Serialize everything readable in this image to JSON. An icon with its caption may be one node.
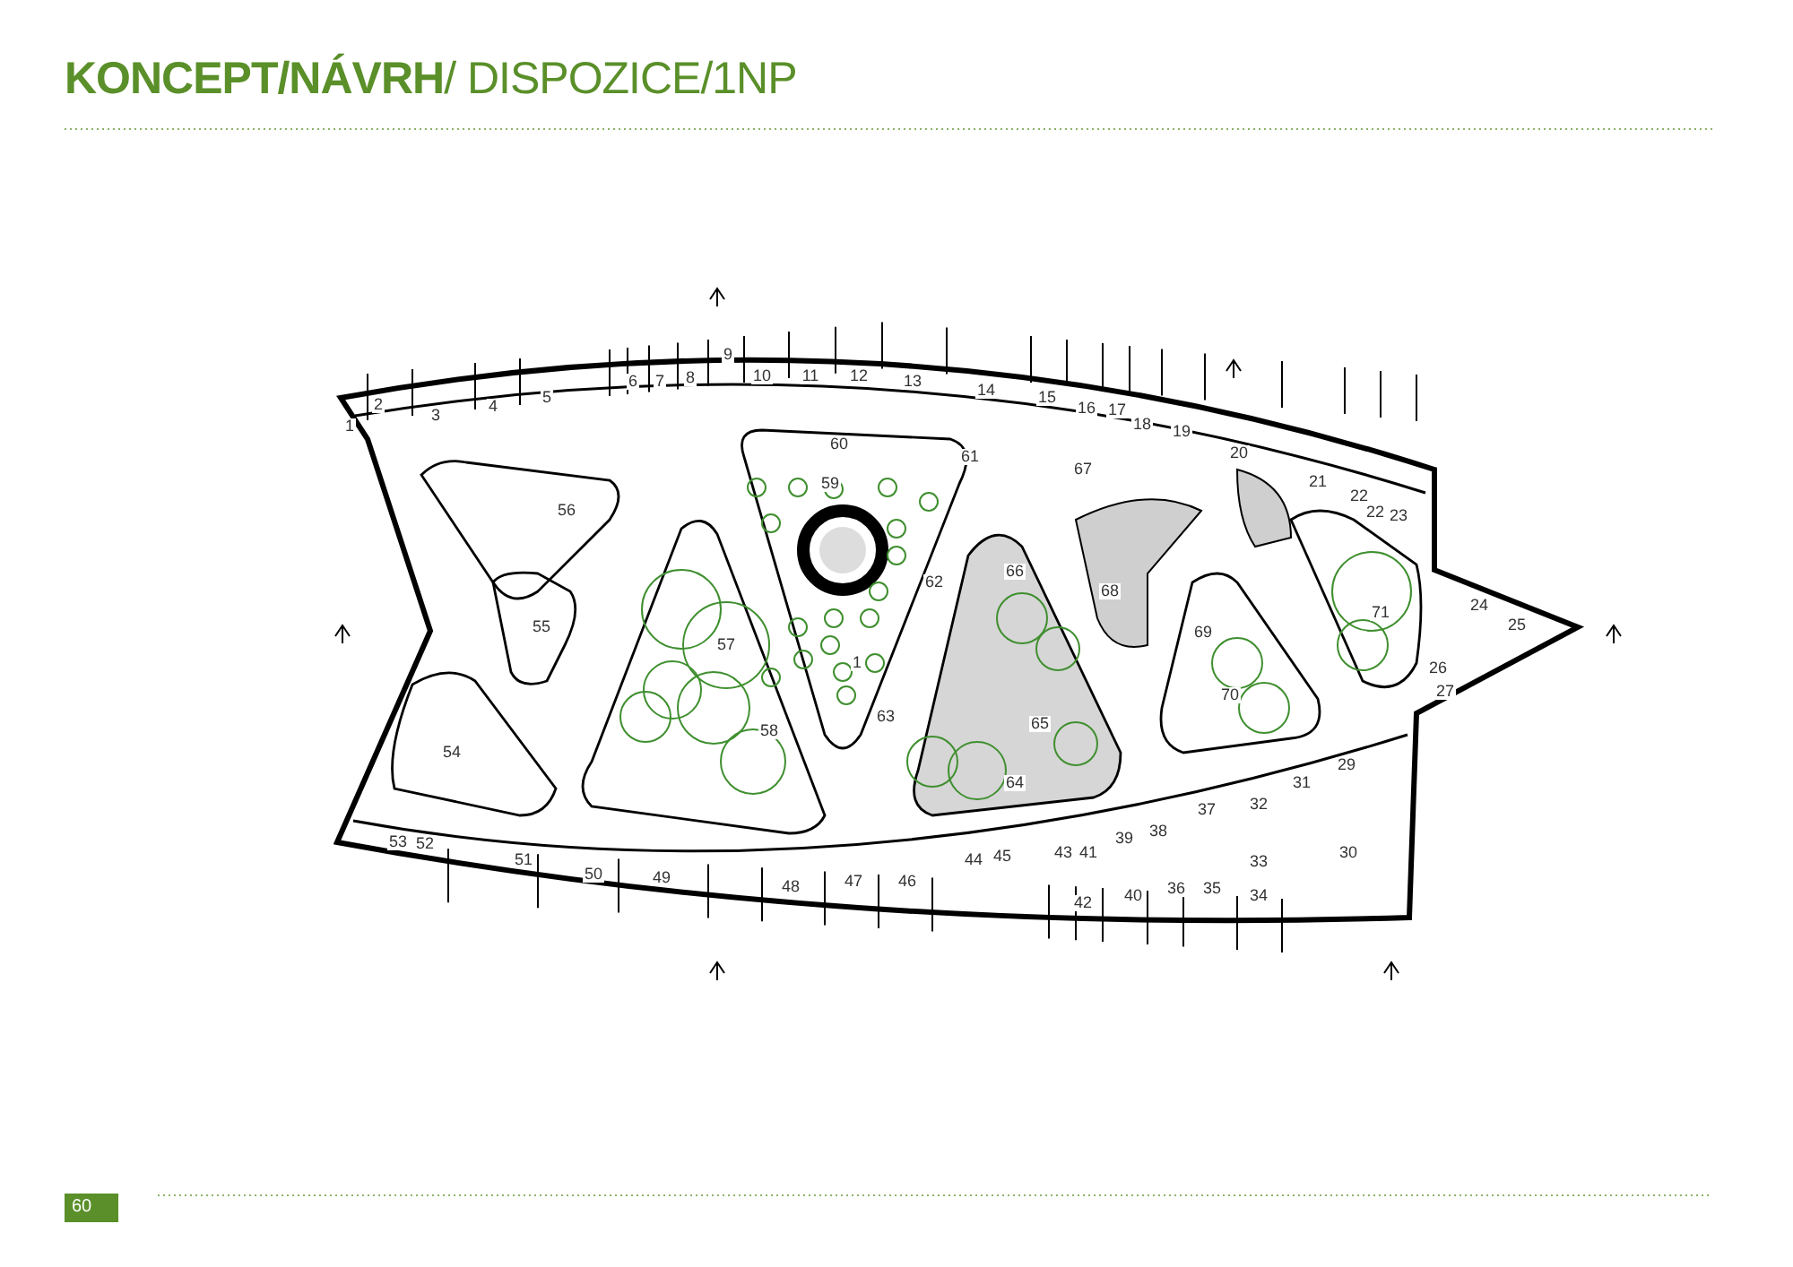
{
  "diagram": {
    "title": "**KONCEPT/NÁVRH**/ DISPOZICE/1NP",
    "labels": [
      "1",
      "2",
      "3",
      "4",
      "5",
      "6",
      "7",
      "8",
      "9",
      "10",
      "11",
      "12",
      "13",
      "14",
      "15",
      "16",
      "17",
      "18",
      "19",
      "20",
      "21",
      "22",
      "22",
      "23",
      "24",
      "25",
      "26",
      "27",
      "29",
      "30",
      "31",
      "32",
      "33",
      "34",
      "35",
      "36",
      "37",
      "38",
      "39",
      "40",
      "41",
      "42",
      "43",
      "44",
      "45",
      "46",
      "47",
      "48",
      "49",
      "50",
      "51",
      "52",
      "53",
      "54",
      "55",
      "56",
      "57",
      "58",
      "59",
      "60",
      "61",
      "62",
      "63",
      "64",
      "65",
      "66",
      "67",
      "68",
      "69",
      "70",
      "71",
      "1",
      "60"
    ]
  }
}
